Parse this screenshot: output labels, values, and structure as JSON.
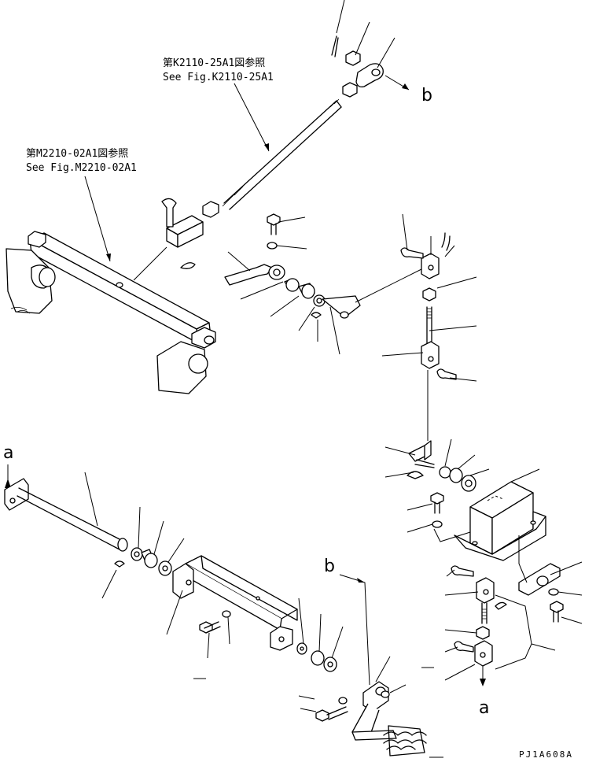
{
  "references": {
    "ref1_jp": "第K2110-25A1図参照",
    "ref1_en": "See Fig.K2110-25A1",
    "ref2_jp": "第M2210-02A1図参照",
    "ref2_en": "See Fig.M2210-02A1"
  },
  "markers": {
    "b_top": "b",
    "a_left": "a",
    "b_bottom": "b",
    "a_bottom": "a"
  },
  "drawing_code": "PJ1A608A"
}
